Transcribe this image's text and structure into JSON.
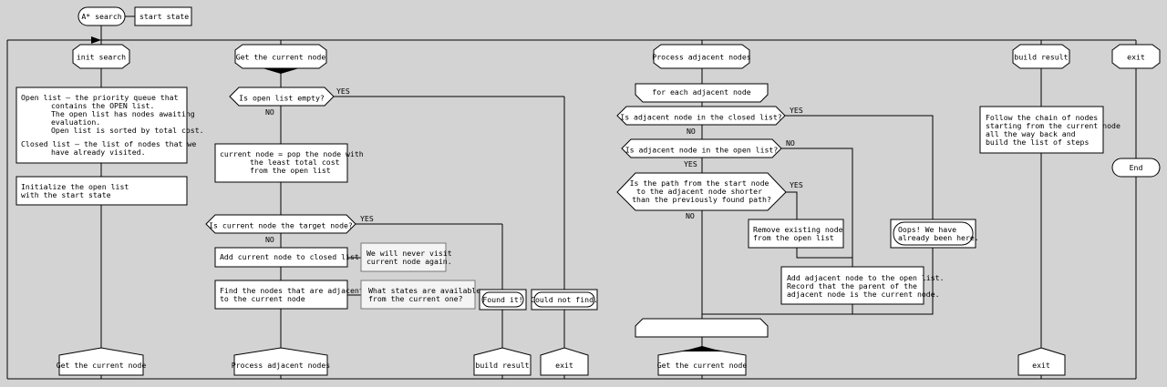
{
  "header": {
    "title": "A* search",
    "start_state": "start state"
  },
  "columns": {
    "init": "init search",
    "get": "Get the current node",
    "process": "Process adjacent nodes",
    "build": "build result",
    "exit": "exit"
  },
  "init": {
    "open_list": [
      "Open list – the priority queue that",
      "contains the OPEN list.",
      "The open list has nodes awaiting",
      "evaluation.",
      "Open list is sorted by total cost."
    ],
    "closed_list": [
      "Closed list – the list of nodes that we",
      "have already visited."
    ],
    "init_open": [
      "Initialize the open list",
      "with the start state"
    ],
    "next": "Get the current node"
  },
  "get": {
    "empty_q": "Is open list empty?",
    "pop": [
      "current node = pop the node with",
      "the least total cost",
      "from the open list"
    ],
    "target_q": "Is current node the target node?",
    "add_closed": "Add current node to closed list",
    "never_visit": [
      "We will never visit",
      "current node again."
    ],
    "find_adj": [
      "Find the nodes that are adjacent",
      "to the current node"
    ],
    "what_states": [
      "What states are available",
      "from the current one?"
    ],
    "found": "Found it!",
    "not_found": "Could not find.",
    "next_process": "Process adjacent nodes",
    "next_build": "build result",
    "next_exit": "exit"
  },
  "process": {
    "loop": "for each adjacent node",
    "closed_q": "Is adjacent node in the closed list?",
    "open_q": "Is adjacent node in the open list?",
    "path_q": [
      "Is the path from the start node",
      "to the adjacent node shorter",
      "than the previously found path?"
    ],
    "remove": [
      "Remove existing node",
      "from the open list"
    ],
    "oops": [
      "Oops! We have",
      "already been here."
    ],
    "add_open": [
      "Add adjacent node to the open list.",
      "Record that the parent of the",
      "adjacent node is the current node."
    ],
    "next": "Get the current node"
  },
  "build": {
    "follow": [
      "Follow the chain of nodes",
      "starting from the current node",
      "all the way back and",
      "build the list of steps"
    ],
    "next": "exit"
  },
  "exit": {
    "end": "End"
  },
  "labels": {
    "yes": "YES",
    "no": "NO"
  }
}
